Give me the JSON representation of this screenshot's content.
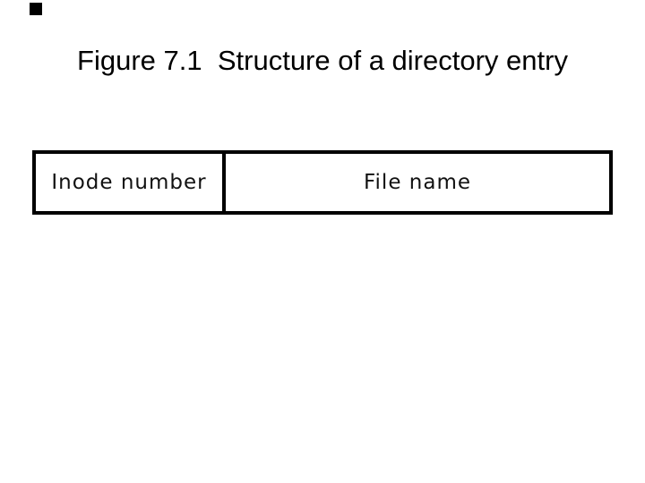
{
  "slide": {
    "title": "Figure 7.1  Structure of a directory entry",
    "figure_number": "7.1",
    "diagram": {
      "name": "directory-entry-structure",
      "cells": [
        {
          "label": "Inode number"
        },
        {
          "label": "File name"
        }
      ]
    },
    "colors": {
      "background": "#ffffff",
      "border": "#000000",
      "title_text": "#000000",
      "cell_text": "#111111",
      "corner_marker": "#000000"
    }
  }
}
